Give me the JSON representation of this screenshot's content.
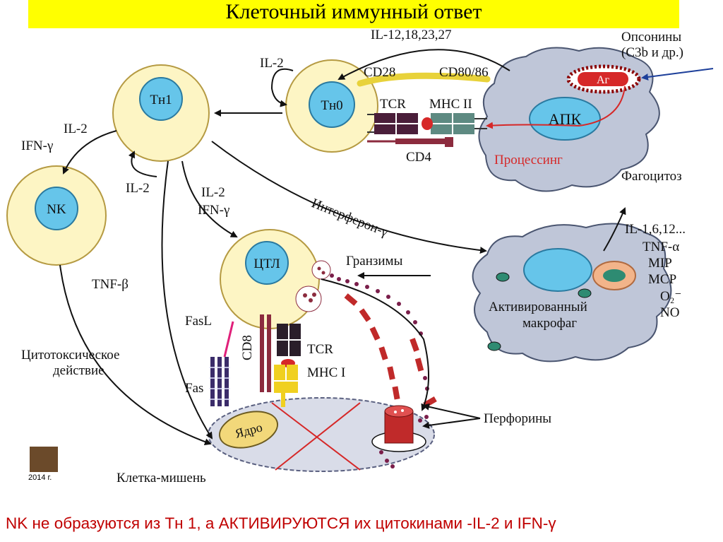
{
  "title": "Клеточный иммунный ответ",
  "caption": "NK не образуются из Тн 1, а АКТИВИРУЮТСЯ их цитокинами -IL-2 и IFN-γ",
  "year": "2014 г.",
  "cells": {
    "th1": "Tн1",
    "th0": "Tн0",
    "nk": "NK",
    "ctl": "ЦТЛ",
    "apc": "АПК",
    "antigen": "Аг",
    "nucleus": "Ядро"
  },
  "labels": {
    "il12": "IL-12,18,23,27",
    "il2_top": "IL-2",
    "cd28": "CD28",
    "cd80": "CD80/86",
    "tcr_top": "TCR",
    "mhc2": "MHC II",
    "cd4": "CD4",
    "opsonins_1": "Опсонины",
    "opsonins_2": "(C3b и др.)",
    "processing": "Процессинг",
    "phagocytosis": "Фагоцитоз",
    "il2_nk": "IL-2",
    "ifn_nk": "IFN-γ",
    "il2_back": "IL-2",
    "il2_ctl": "IL-2",
    "ifn_ctl": "IFN-γ",
    "interferon": "Интерферон-γ",
    "tnf_beta": "TNF-β",
    "granzymes": "Гранзимы",
    "cytokines": [
      "IL-1,6,12...",
      "TNF-α",
      "MIP",
      "MCP",
      "O₂⁻",
      "NO"
    ],
    "activated_1": "Активированный",
    "activated_2": "макрофаг",
    "fasl": "FasL",
    "fas": "Fas",
    "cd8": "CD8",
    "tcr_bottom": "TCR",
    "mhc1": "MHC I",
    "cytotoxic_1": "Цитотоксическое",
    "cytotoxic_2": "действие",
    "perforins": "Перфорины",
    "target": "Клетка-мишень"
  },
  "colors": {
    "cell_fill": "#fdf5c4",
    "nucleus_fill": "#66c5ea",
    "apc_fill": "#bfc6d8",
    "title_bg": "#ffff00",
    "caption": "#c00000",
    "red": "#d62828"
  }
}
